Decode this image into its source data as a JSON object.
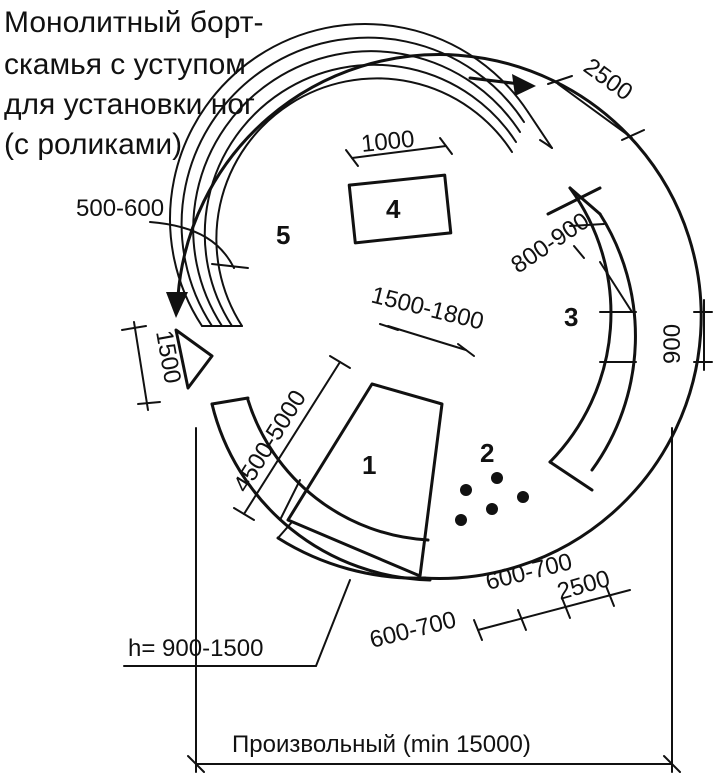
{
  "title_lines": [
    "Монолитный борт-",
    "скамья с уступом",
    "для установки ног",
    "(с роликами)"
  ],
  "zone_labels": [
    "1",
    "2",
    "3",
    "4",
    "5"
  ],
  "dimensions": {
    "d2500_top": "2500",
    "d1000": "1000",
    "d500_600": "500-600",
    "d800_900": "800-900",
    "d1500_1800": "1500-1800",
    "d900_right": "900",
    "d1500_left": "1500",
    "d4500_5000": "4500-5000",
    "d600_700_a": "600-700",
    "d600_700_b": "600-700",
    "d2500_bottom": "2500"
  },
  "height_note": "h= 900-1500",
  "overall_width": "Произвольный (min 15000)"
}
